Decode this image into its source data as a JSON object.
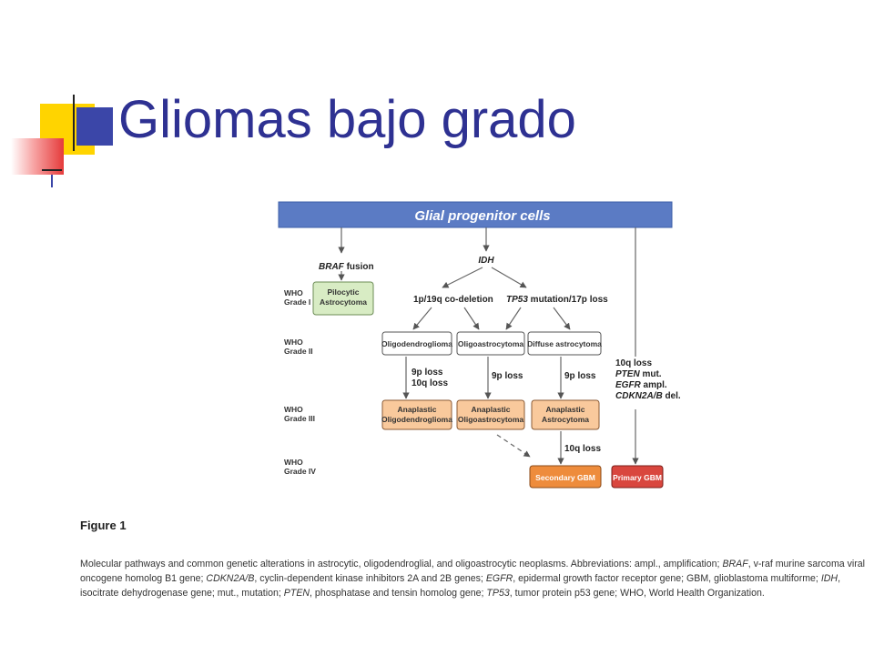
{
  "slide": {
    "title": "Gliomas bajo grado"
  },
  "diagram": {
    "header": "Glial progenitor cells",
    "braf_label": "fusion",
    "braf_gene": "BRAF",
    "idh_label": "IDH",
    "codeletion_label": "1p/19q co-deletion",
    "tp53_gene": "TP53",
    "tp53_label": " mutation/17p loss",
    "grades": {
      "who": "WHO",
      "g1": "Grade I",
      "g2": "Grade II",
      "g3": "Grade III",
      "g4": "Grade IV"
    },
    "nodes": {
      "pilocytic_1": "Pilocytic",
      "pilocytic_2": "Astrocytoma",
      "oligodendroglioma": "Oligodendroglioma",
      "oligoastrocytoma": "Oligoastrocytoma",
      "diffuse_astrocytoma": "Diffuse astrocytoma",
      "anaplastic": "Anaplastic",
      "ana_oligo_2": "Oligodendroglioma",
      "ana_oligoastro_2": "Oligoastrocytoma",
      "ana_astro_2": "Astrocytoma",
      "secondary_gbm": "Secondary GBM",
      "primary_gbm": "Primary GBM"
    },
    "alterations": {
      "loss_9p": "9p loss",
      "loss_10q": "10q loss",
      "loss_10q_2": "10q loss",
      "primary_1": "10q loss",
      "pten_gene": "PTEN",
      "pten_label": " mut.",
      "egfr_gene": "EGFR",
      "egfr_label": " ampl.",
      "cdkn_gene": "CDKN2A/B",
      "cdkn_label": " del."
    },
    "colors": {
      "header": "#5b7bc4",
      "grade1": "#d8ecc4",
      "grade2": "#ffffff",
      "grade3": "#f9c99c",
      "secondary_gbm": "#ee8c3c",
      "primary_gbm": "#d9463e"
    }
  },
  "figure": {
    "label": "Figure 1",
    "caption": {
      "p1": "Molecular pathways and common genetic alterations in astrocytic, oligodendroglial, and oligoastrocytic neoplasms. Abbreviations: ampl., amplification; ",
      "i1": "BRAF",
      "p2": ", v-raf murine sarcoma viral oncogene homolog B1 gene; ",
      "i2": "CDKN2A/B",
      "p3": ", cyclin-dependent kinase inhibitors 2A and 2B genes; ",
      "i3": "EGFR",
      "p4": ", epidermal growth factor receptor gene; GBM, glioblastoma multiforme; ",
      "i4": "IDH",
      "p5": ", isocitrate dehydrogenase gene; mut., mutation; ",
      "i5": "PTEN",
      "p6": ", phosphatase and tensin homolog gene; ",
      "i6": "TP53",
      "p7": ", tumor protein p53 gene; WHO, World Health Organization."
    }
  }
}
